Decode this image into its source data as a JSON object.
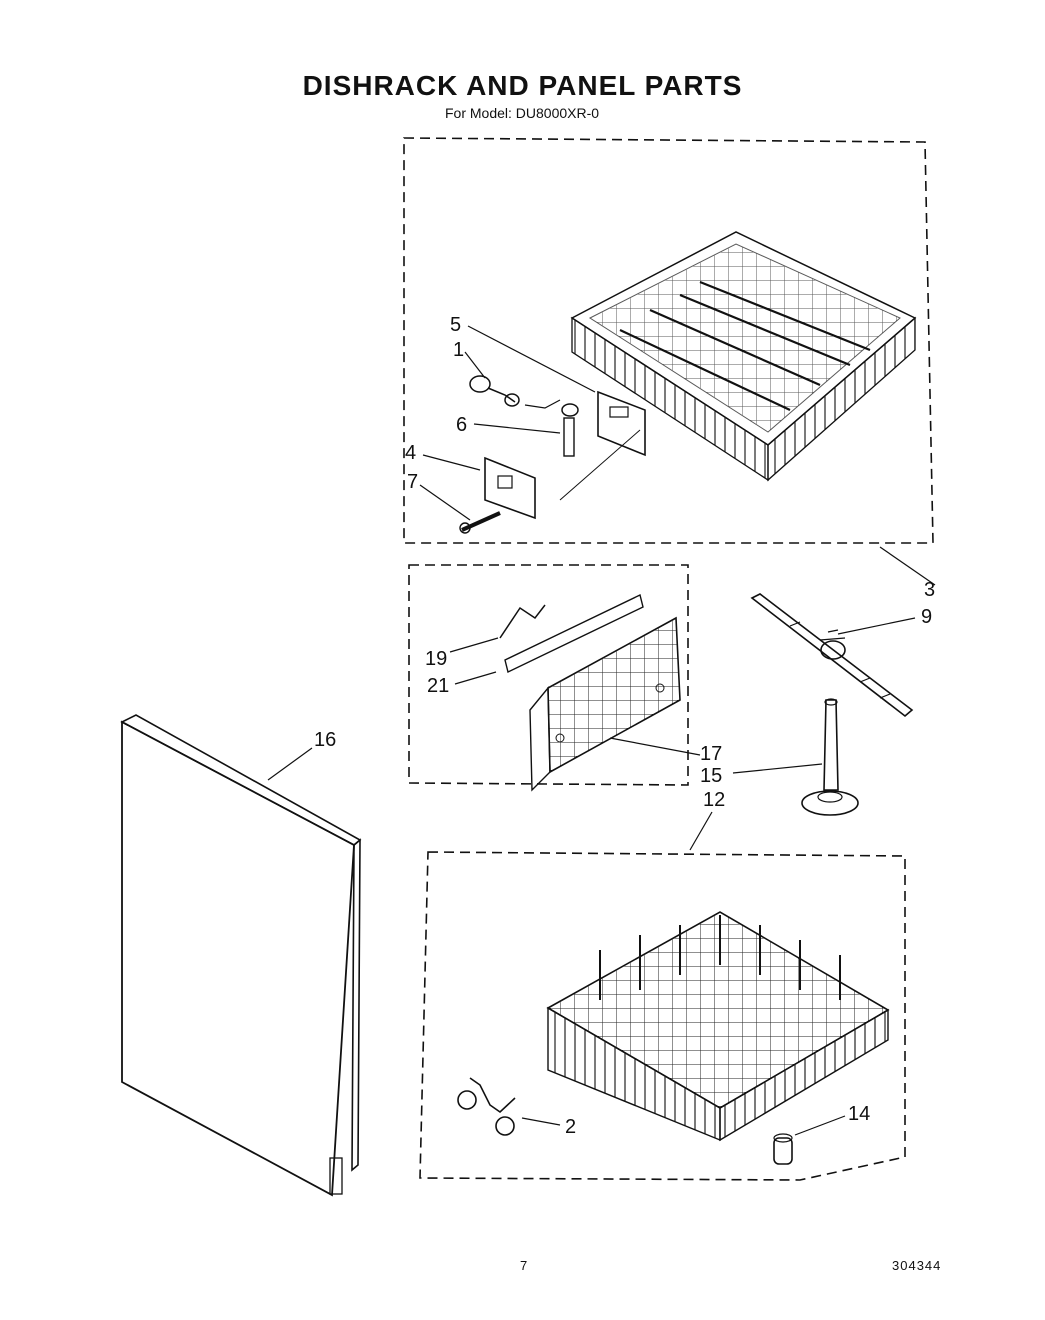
{
  "title": "DISHRACK AND PANEL PARTS",
  "subtitle": "For Model: DU8000XR-0",
  "page_number": "7",
  "document_code": "304344",
  "callouts": {
    "c1": "1",
    "c2": "2",
    "c3": "3",
    "c4": "4",
    "c5": "5",
    "c6": "6",
    "c7": "7",
    "c9": "9",
    "c12": "12",
    "c14": "14",
    "c15": "15",
    "c16": "16",
    "c17": "17",
    "c19": "19",
    "c21": "21"
  }
}
